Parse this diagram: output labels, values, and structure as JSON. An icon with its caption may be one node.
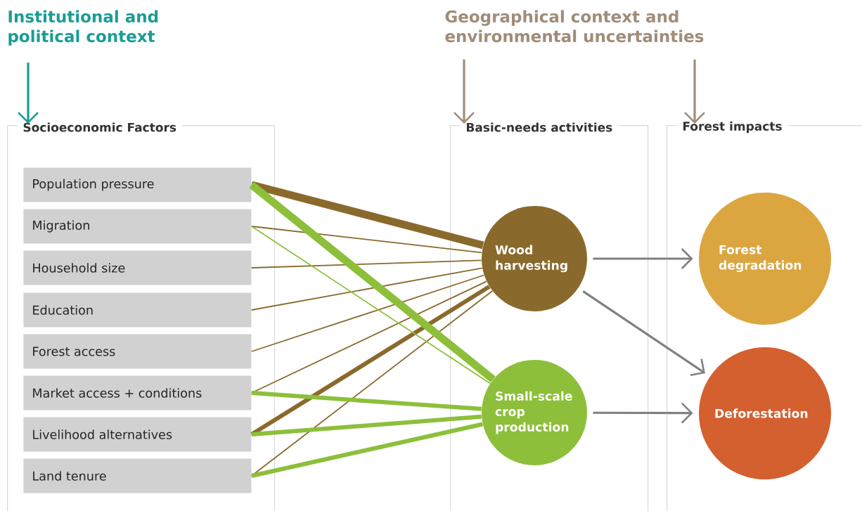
{
  "diagram": {
    "nodes": [
      {
        "text": [
          "Socioeconomic Factors"
        ]
      },
      {
        "text": [
          "Population pressure"
        ],
        "in": 0
      },
      {
        "text": [
          "Migration"
        ],
        "in": 0
      },
      {
        "text": [
          "Household size"
        ],
        "in": 0
      },
      {
        "text": [
          "Education"
        ],
        "in": 0
      },
      {
        "text": [
          "Forest access"
        ],
        "in": 0
      },
      {
        "text": [
          "Market access + conditions"
        ],
        "in": 0
      },
      {
        "text": [
          "Livelihood alternatives"
        ],
        "in": 0
      },
      {
        "text": [
          "Land tenure"
        ],
        "in": 0
      },
      {
        "text": [
          "Basic-needs activities"
        ]
      },
      {
        "text": [
          "Wood harvesting"
        ],
        "in": 9
      },
      {
        "text": [
          "Small-scale crop production"
        ],
        "in": 9
      },
      {
        "text": [
          "Forest impacts"
        ]
      },
      {
        "text": [
          "Forest degradation"
        ],
        "in": 12
      },
      {
        "text": [
          "Deforestation"
        ],
        "in": 12
      },
      {
        "text": [
          "Institutional and political context"
        ]
      },
      {
        "text": [
          "Geographical context and environmental uncertainties"
        ]
      }
    ],
    "edges": [
      {
        "from": 1,
        "to": 10,
        "arrow": "none",
        "style": "thick",
        "color": "#8a6a2c"
      },
      {
        "from": 2,
        "to": 10,
        "arrow": "none",
        "color": "#8a6a2c"
      },
      {
        "from": 3,
        "to": 10,
        "arrow": "none",
        "color": "#8a6a2c"
      },
      {
        "from": 4,
        "to": 10,
        "arrow": "none",
        "color": "#8a6a2c"
      },
      {
        "from": 5,
        "to": 10,
        "arrow": "none",
        "color": "#8a6a2c"
      },
      {
        "from": 6,
        "to": 10,
        "arrow": "none",
        "color": "#8a6a2c"
      },
      {
        "from": 7,
        "to": 10,
        "arrow": "none",
        "style": "thick",
        "color": "#8a6a2c"
      },
      {
        "from": 8,
        "to": 10,
        "arrow": "none",
        "color": "#8a6a2c"
      },
      {
        "from": 1,
        "to": 11,
        "arrow": "none",
        "style": "thick",
        "color": "#8dbf3b"
      },
      {
        "from": 2,
        "to": 11,
        "arrow": "none",
        "color": "#8dbf3b"
      },
      {
        "from": 6,
        "to": 11,
        "arrow": "none",
        "style": "thick",
        "color": "#8dbf3b"
      },
      {
        "from": 7,
        "to": 11,
        "arrow": "none",
        "style": "thick",
        "color": "#8dbf3b"
      },
      {
        "from": 8,
        "to": 11,
        "arrow": "none",
        "style": "thick",
        "color": "#8dbf3b"
      },
      {
        "from": 10,
        "to": 13,
        "arrow": "to",
        "color": "#808080"
      },
      {
        "from": 10,
        "to": 14,
        "arrow": "to",
        "color": "#808080"
      },
      {
        "from": 11,
        "to": 14,
        "arrow": "to",
        "color": "#808080"
      },
      {
        "from": 15,
        "to": 0,
        "arrow": "to",
        "color": "#1a9c96"
      },
      {
        "from": 16,
        "to": 9,
        "arrow": "to",
        "color": "#a08c78"
      },
      {
        "from": 16,
        "to": 12,
        "arrow": "to",
        "color": "#a08c78"
      }
    ]
  }
}
